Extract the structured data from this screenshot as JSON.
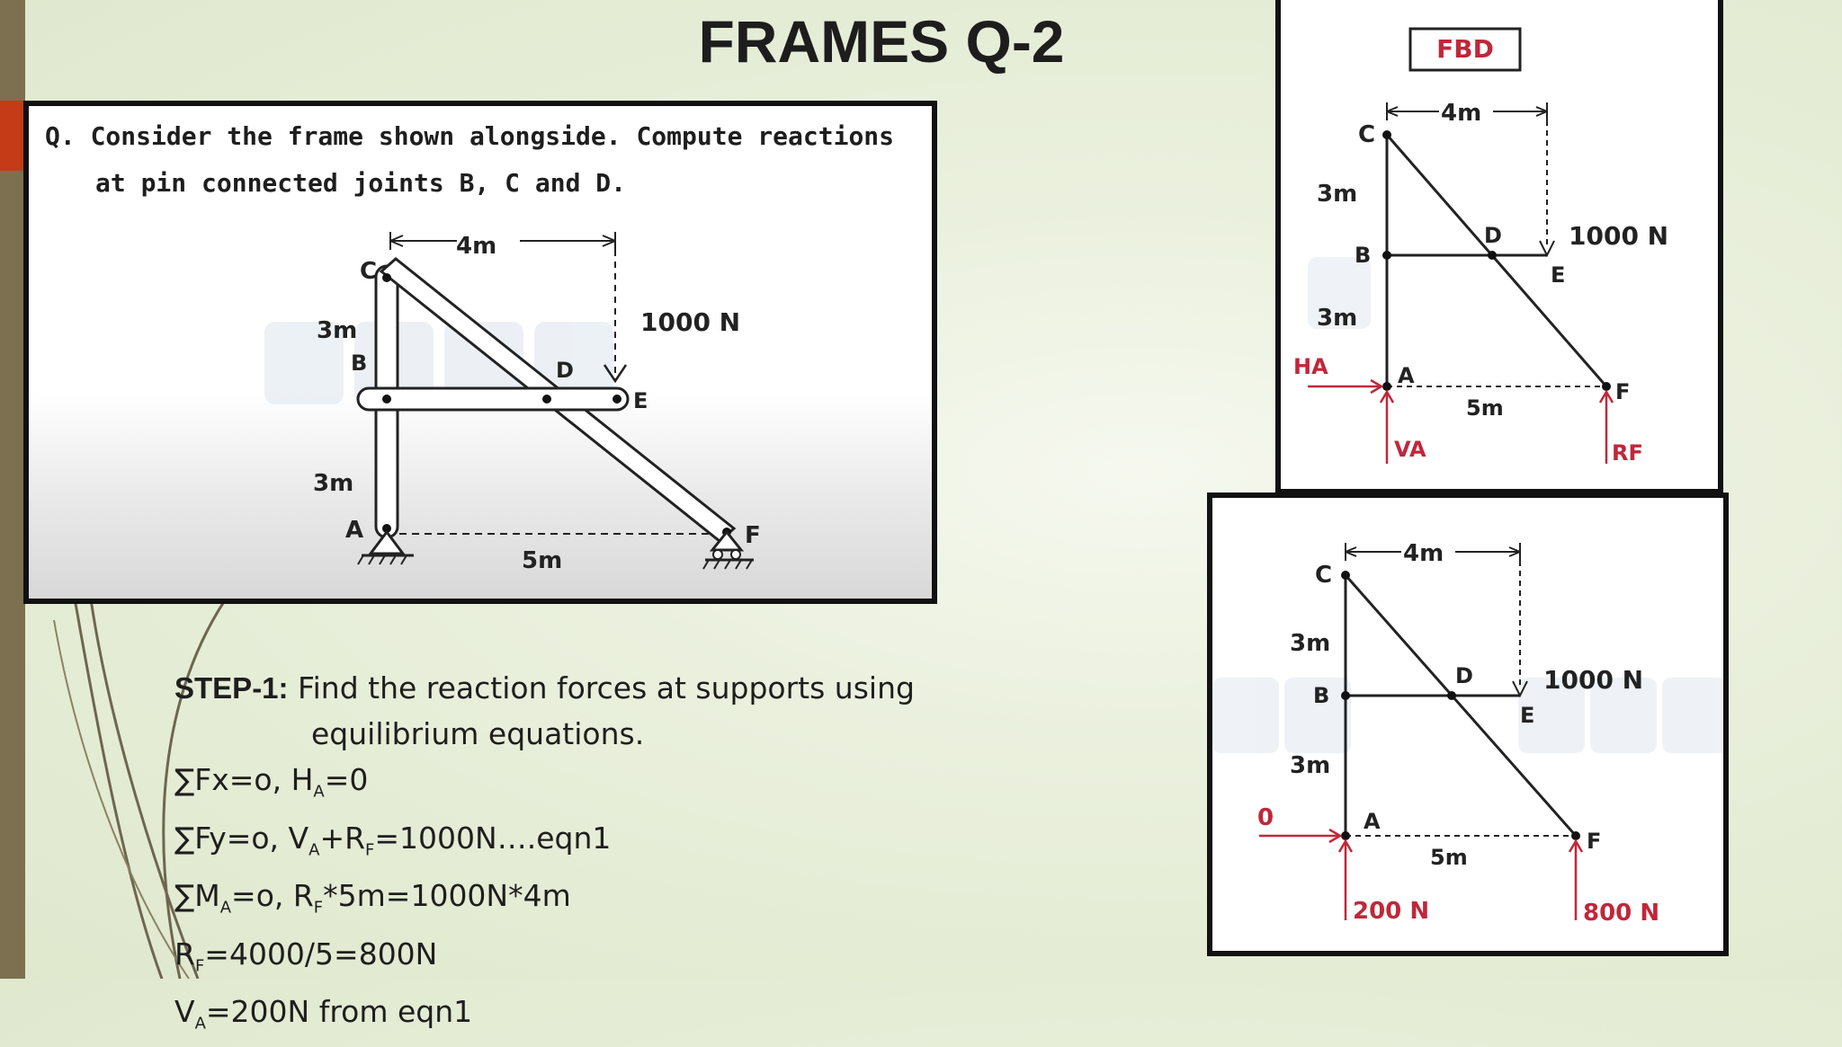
{
  "title": "FRAMES Q-2",
  "question": {
    "line1": "Q. Consider the frame shown alongside. Compute reactions",
    "line2": "at pin connected joints B, C and D."
  },
  "diagram": {
    "labels": {
      "C": "C",
      "B": "B",
      "A": "A",
      "D": "D",
      "E": "E",
      "F": "F",
      "dim_top": "4m",
      "dim_upper": "3m",
      "dim_lower": "3m",
      "dim_base": "5m",
      "load": "1000 N"
    }
  },
  "fbd": {
    "tag": "FBD",
    "labels": {
      "C": "C",
      "B": "B",
      "A": "A",
      "D": "D",
      "E": "E",
      "F": "F",
      "dim_top": "4m",
      "dim_upper": "3m",
      "dim_lower": "3m",
      "dim_base": "5m",
      "load": "1000 N",
      "HA": "HA",
      "VA": "VA",
      "RF": "RF"
    }
  },
  "solution": {
    "labels": {
      "C": "C",
      "B": "B",
      "A": "A",
      "D": "D",
      "E": "E",
      "F": "F",
      "dim_top": "4m",
      "dim_upper": "3m",
      "dim_lower": "3m",
      "dim_base": "5m",
      "load": "1000 N",
      "HA": "0",
      "VA": "200 N",
      "RF": "800 N"
    }
  },
  "steps": {
    "title": "STEP-1:",
    "text1": "Find the reaction forces at supports using",
    "text2": "equilibrium equations.",
    "eq1": "∑Fx=o, H",
    "eq1_sub": "A",
    "eq1_end": "=0",
    "eq2a": "∑Fy=o, V",
    "eq2_sub1": "A",
    "eq2b": "+R",
    "eq2_sub2": "F",
    "eq2c": "=1000N….eqn1",
    "eq3a": "∑M",
    "eq3_sub1": "A",
    "eq3b": "=o, R",
    "eq3_sub2": "F",
    "eq3c": "*5m=1000N*4m",
    "eq4a": "R",
    "eq4_sub": "F",
    "eq4b": "=4000/5=800N",
    "eq5a": "V",
    "eq5_sub": "A",
    "eq5b": "=200N from eqn1"
  },
  "colors": {
    "accent": "#c53a17",
    "sidebar": "#7c7050",
    "reaction": "#c0273a"
  }
}
